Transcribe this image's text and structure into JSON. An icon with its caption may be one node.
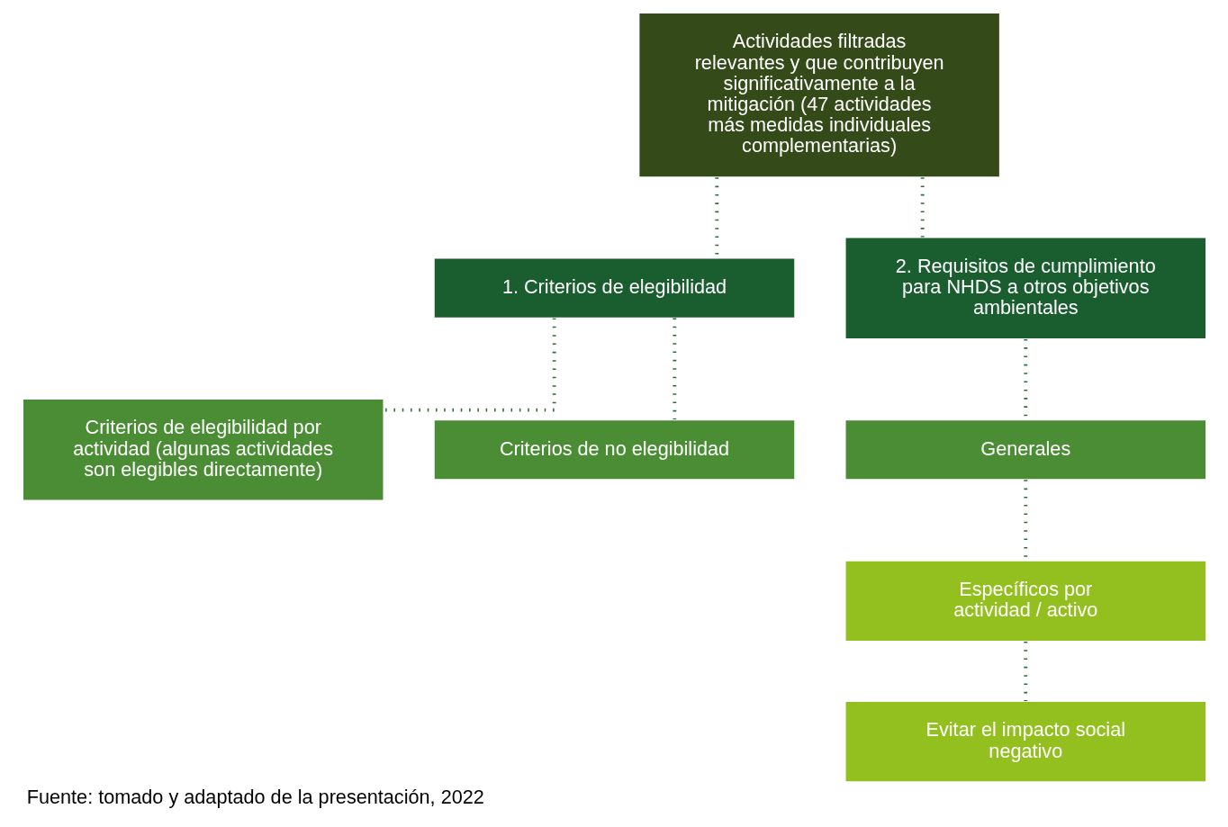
{
  "diagram": {
    "caption": "Fuente: tomado y adaptado de la presentación, 2022",
    "nodes": [
      {
        "text": [
          "Actividades filtradas relevantes y que contribuyen significativamente a la mitigación (47 actividades más medidas individuales complementarias)"
        ]
      },
      {
        "text": [
          "1. Criterios de elegibilidad"
        ]
      },
      {
        "text": [
          "2. Requisitos de cumplimiento para NHDS a otros objetivos ambientales"
        ]
      },
      {
        "text": [
          "Criterios de elegibilidad por actividad (algunas actividades son elegibles directamente)"
        ]
      },
      {
        "text": [
          "Criterios de no elegibilidad"
        ]
      },
      {
        "text": [
          "Generales"
        ]
      },
      {
        "text": [
          "Específicos por actividad / activo"
        ]
      },
      {
        "text": [
          "Evitar el impacto social negativo"
        ]
      }
    ],
    "edges": [
      {
        "from": 0,
        "to": 1,
        "arrow": "none",
        "style": "dashed"
      },
      {
        "from": 0,
        "to": 2,
        "arrow": "none",
        "style": "dashed"
      },
      {
        "from": 1,
        "to": 3,
        "arrow": "none",
        "style": "dashed"
      },
      {
        "from": 1,
        "to": 4,
        "arrow": "none",
        "style": "dashed"
      },
      {
        "from": 2,
        "to": 5,
        "arrow": "none",
        "style": "dashed"
      },
      {
        "from": 5,
        "to": 6,
        "arrow": "none",
        "style": "dashed"
      },
      {
        "from": 6,
        "to": 7,
        "arrow": "none",
        "style": "dashed"
      }
    ]
  }
}
